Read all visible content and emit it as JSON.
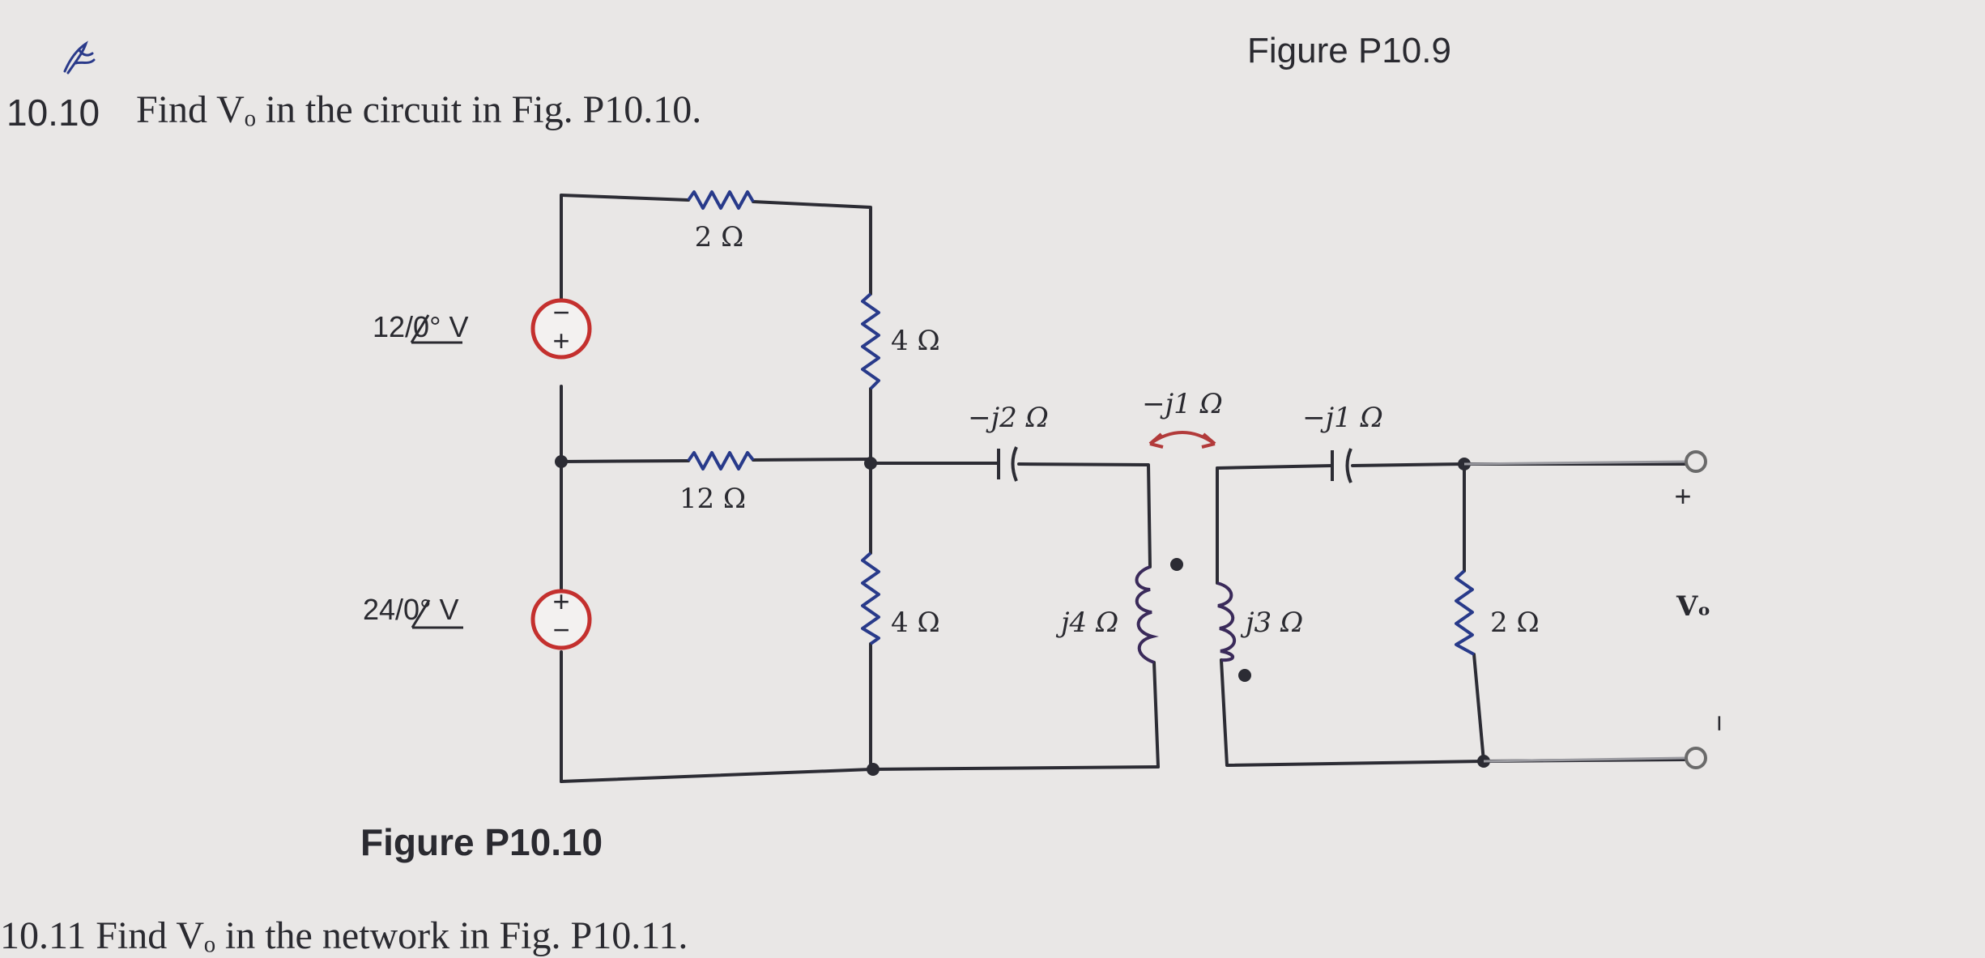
{
  "header": {
    "figure_top_label": "Figure P10.9",
    "problem_number": "10.10",
    "problem_text": "Find Vₒ in the circuit in Fig. P10.10."
  },
  "circuit": {
    "sources": {
      "top": "12/0° V",
      "bottom": "24/0° V",
      "top_plus": "+",
      "top_minus": "−",
      "bottom_plus": "+",
      "bottom_minus": "−"
    },
    "resistors": {
      "r_top": "2 Ω",
      "r_middle": "12 Ω",
      "r_right_top": "4 Ω",
      "r_right_bottom": "4 Ω",
      "r_load": "2 Ω"
    },
    "capacitors": {
      "c_left": "−j2 Ω",
      "c_right": "−j1 Ω"
    },
    "coupling": {
      "mutual": "−j1 Ω"
    },
    "inductors": {
      "l_primary": "j4 Ω",
      "l_secondary": "j3 Ω"
    },
    "output": {
      "plus": "+",
      "minus": "−",
      "label": "Vₒ"
    }
  },
  "footer": {
    "figure_caption": "Figure P10.10",
    "next_problem_fragment": "10.11  Find Vₒ in the network in Fig. P10.11."
  },
  "colors": {
    "wire": "#2c2c34",
    "source_ring": "#c4302e",
    "resistor": "#283a8a",
    "capacitor": "#2c2c34",
    "inductor": "#3a2a5a",
    "arrow": "#b23a3a",
    "paper": "#e9e7e6"
  }
}
